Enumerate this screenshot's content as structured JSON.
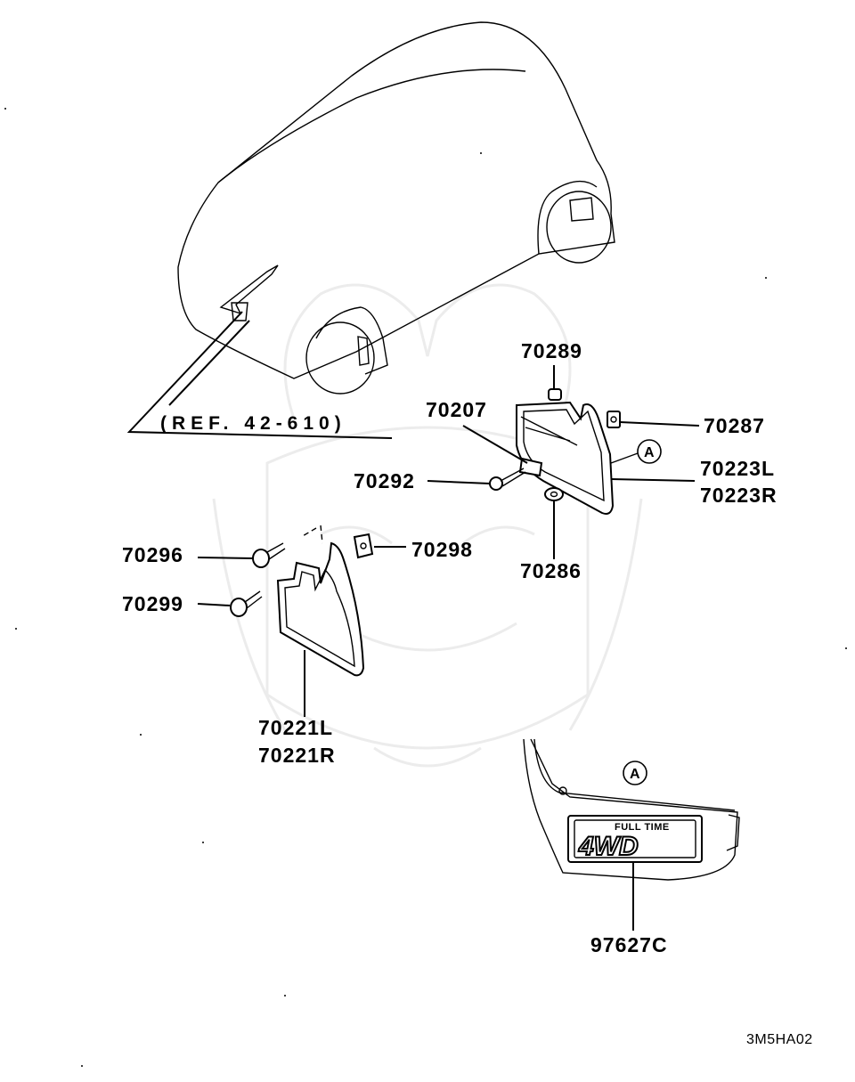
{
  "diagram": {
    "reference_label": "(REF. 42-610)",
    "callout_letter": "A",
    "drawing_code": "3M5HA02",
    "emblem_text": {
      "top": "FULL TIME",
      "main": "4WD"
    },
    "parts": [
      {
        "id": "p70289",
        "label": "70289"
      },
      {
        "id": "p70207",
        "label": "70207"
      },
      {
        "id": "p70287",
        "label": "70287"
      },
      {
        "id": "p70292",
        "label": "70292"
      },
      {
        "id": "p70223",
        "label": "70223L",
        "label2": "70223R"
      },
      {
        "id": "p70286",
        "label": "70286"
      },
      {
        "id": "p70296",
        "label": "70296"
      },
      {
        "id": "p70298",
        "label": "70298"
      },
      {
        "id": "p70299",
        "label": "70299"
      },
      {
        "id": "p70221",
        "label": "70221L",
        "label2": "70221R"
      },
      {
        "id": "p97627",
        "label": "97627C"
      }
    ]
  }
}
